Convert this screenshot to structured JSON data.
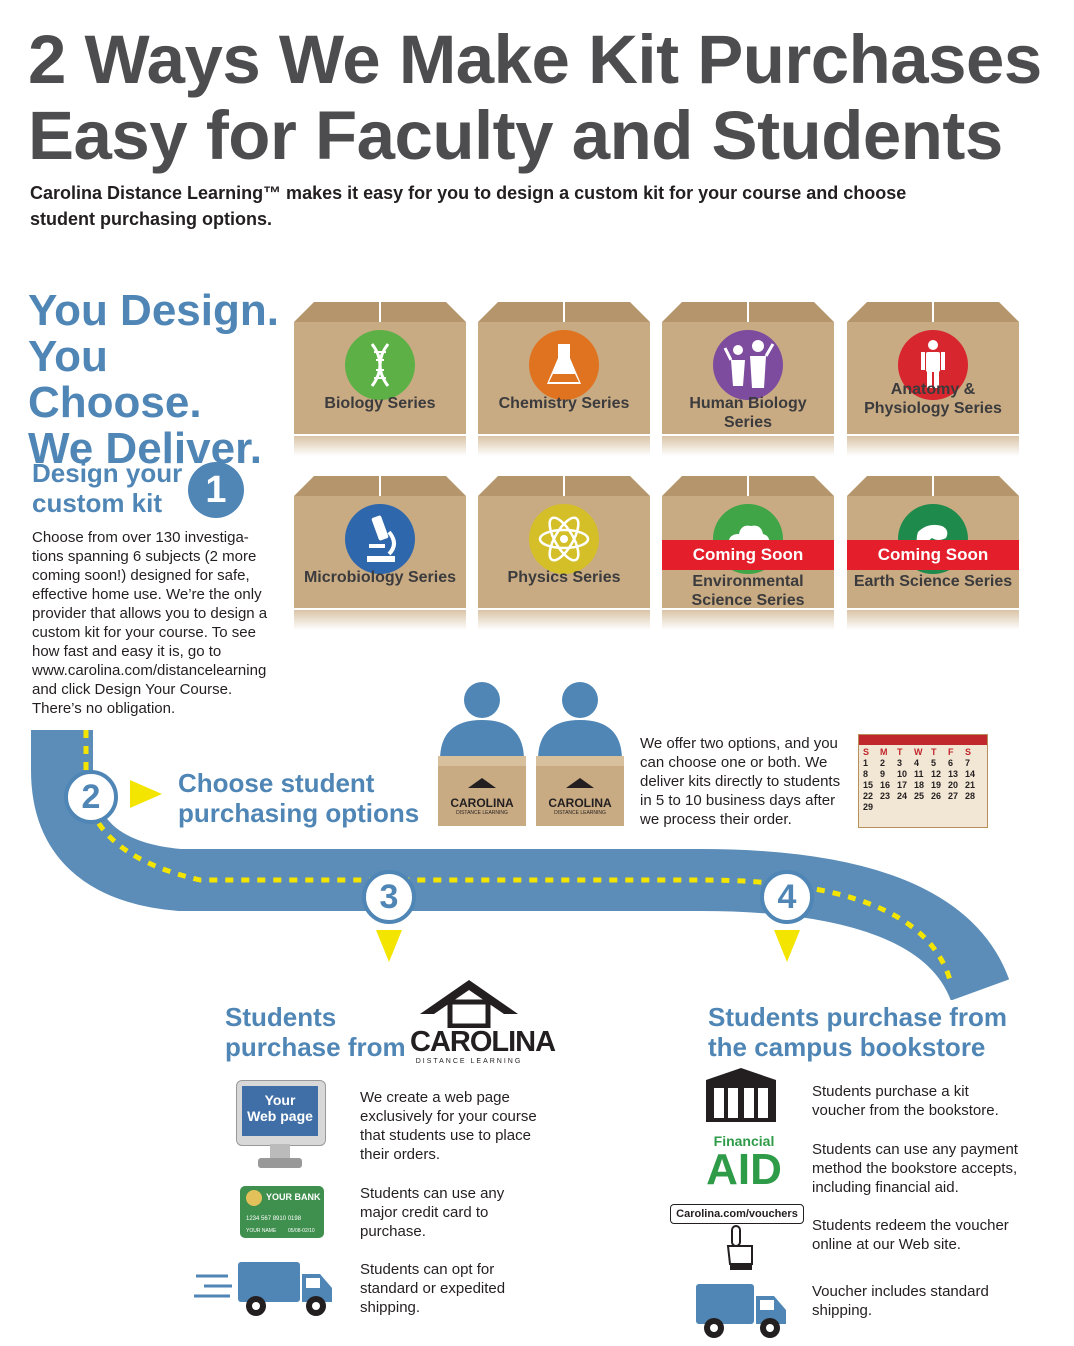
{
  "title": {
    "line1": "2 Ways We Make Kit Purchases",
    "line2": "Easy for Faculty and Students"
  },
  "subtitle": "Carolina Distance Learning™ makes it easy for you to design a custom kit for your course and choose student purchasing options.",
  "slogan": {
    "line1": "You Design.",
    "line2": "You Choose.",
    "line3": "We Deliver."
  },
  "step1": {
    "heading_line1": "Design your",
    "heading_line2": "custom kit",
    "number": "1",
    "text": "Choose from over 130 investiga-tions spanning 6 subjects (2 more coming soon!) designed for safe, effective home use. We’re the only provider that allows you to design a custom kit for your course. To see how fast and easy it is, go to www.carolina.com/distancelearning and click Design Your Course. There’s no obligation."
  },
  "kits": [
    {
      "label": "Biology Series",
      "icon": "dna-icon",
      "color": "#5db046",
      "banner": ""
    },
    {
      "label": "Chemistry Series",
      "icon": "flask-icon",
      "color": "#e0731f",
      "banner": ""
    },
    {
      "label": "Human Biology Series",
      "icon": "people-icon",
      "color": "#7d4c9e",
      "banner": ""
    },
    {
      "label": "Anatomy & Physiology Series",
      "icon": "human-figure-icon",
      "color": "#d7262e",
      "banner": ""
    },
    {
      "label": "Microbiology Series",
      "icon": "microscope-icon",
      "color": "#2f67ad",
      "banner": ""
    },
    {
      "label": "Physics Series",
      "icon": "atom-icon",
      "color": "#d4bf28",
      "banner": ""
    },
    {
      "label": "Environmental Science Series",
      "icon": "cloud-icon",
      "color": "#3fa547",
      "banner": "Coming Soon"
    },
    {
      "label": "Earth Science Series",
      "icon": "globe-icon",
      "color": "#1e8a4c",
      "banner": "Coming Soon"
    }
  ],
  "step2": {
    "number": "2",
    "heading_line1": "Choose student",
    "heading_line2": "purchasing options",
    "text": "We offer two options, and you can choose one or both. We deliver kits directly to students in 5 to 10 business days after we process their order.",
    "box_brand": "CAROLINA",
    "box_sub": "DISTANCE LEARNING"
  },
  "calendar": {
    "days": [
      "S",
      "M",
      "T",
      "W",
      "T",
      "F",
      "S"
    ],
    "dates": [
      "1",
      "2",
      "3",
      "4",
      "5",
      "6",
      "7",
      "8",
      "9",
      "10",
      "11",
      "12",
      "13",
      "14",
      "15",
      "16",
      "17",
      "18",
      "19",
      "20",
      "21",
      "22",
      "23",
      "24",
      "25",
      "26",
      "27",
      "28",
      "29"
    ]
  },
  "step3": {
    "number": "3",
    "heading_line1": "Students",
    "heading_line2": "purchase from",
    "logo_text": "CAROLINA",
    "logo_sub": "DISTANCE LEARNING",
    "monitor_text_line1": "Your",
    "monitor_text_line2": "Web page",
    "card_bank": "YOUR BANK",
    "card_number": "1234 567 8910 0198",
    "card_name": "YOUR NAME",
    "card_exp": "05/08-02/10",
    "items": [
      "We create a web page exclusively for your course that students use to place their orders.",
      "Students can use any major credit card to purchase.",
      "Students can opt for standard or expedited shipping."
    ]
  },
  "step4": {
    "number": "4",
    "heading_line1": "Students purchase from",
    "heading_line2": "the campus bookstore",
    "fin_line1": "Financial",
    "fin_line2": "AID",
    "voucher_url": "Carolina.com/vouchers",
    "items": [
      "Students purchase a kit voucher from the bookstore.",
      "Students can use any payment method the bookstore accepts, including financial aid.",
      "Students redeem the voucher online at our Web site.",
      "Voucher includes standard shipping."
    ]
  },
  "colors": {
    "blue": "#4f86b5",
    "road": "#5b8db8",
    "yellow": "#f3e500",
    "title_gray": "#4d4d4f",
    "box_tan": "#c9ab83",
    "banner_red": "#e41e2b",
    "green": "#2e9b48"
  }
}
